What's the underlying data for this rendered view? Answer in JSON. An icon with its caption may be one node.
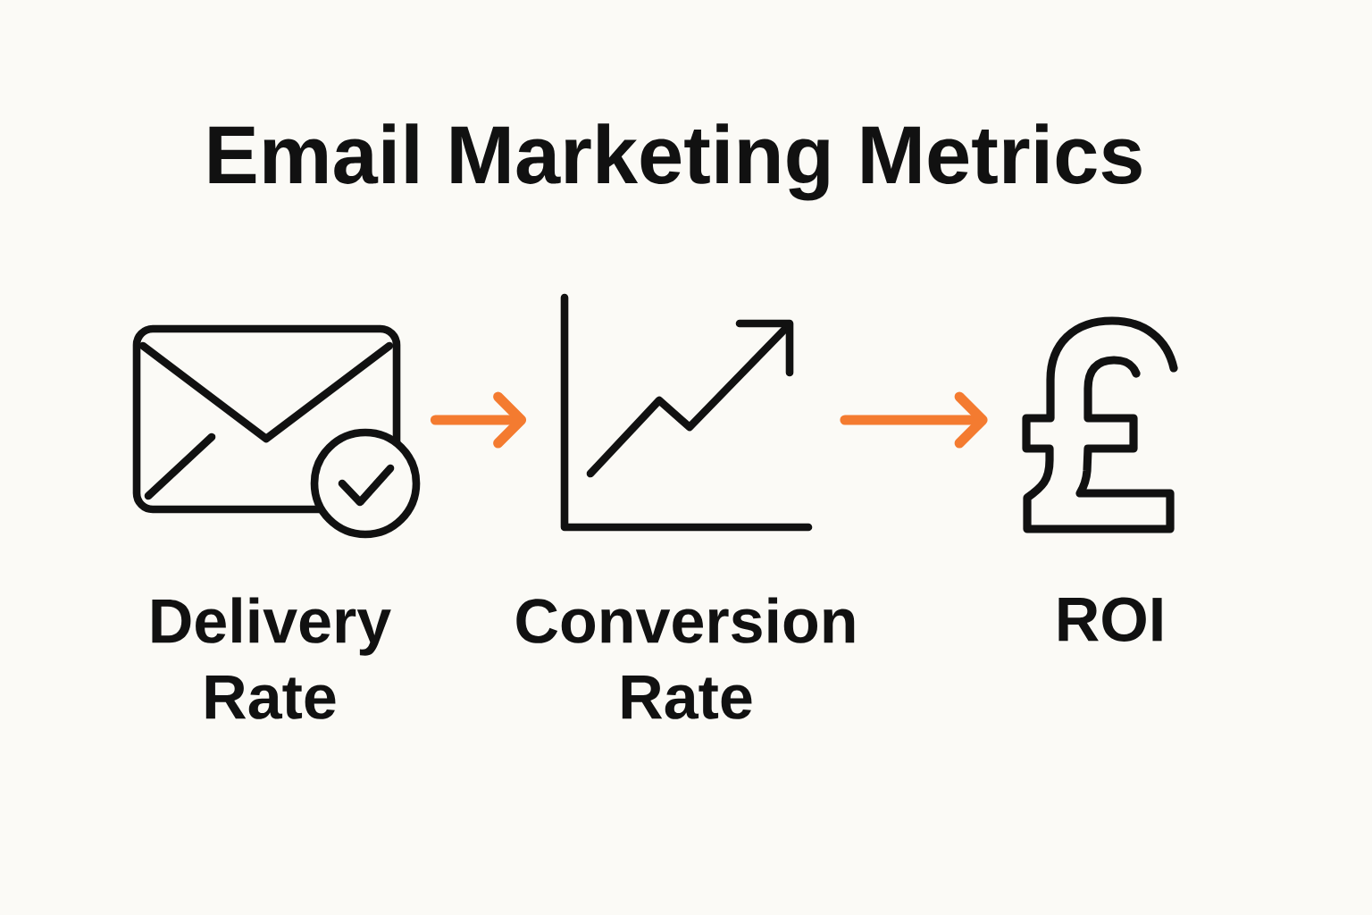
{
  "diagram": {
    "title": "Email Marketing Metrics",
    "nodes": [
      {
        "text": [
          "Delivery Rate"
        ]
      },
      {
        "text": [
          "Conversion Rate"
        ]
      },
      {
        "text": [
          "ROI"
        ]
      }
    ],
    "edges": [
      {
        "from": 0,
        "to": 1,
        "arrow": "to"
      },
      {
        "from": 1,
        "to": 2,
        "arrow": "to"
      }
    ]
  }
}
